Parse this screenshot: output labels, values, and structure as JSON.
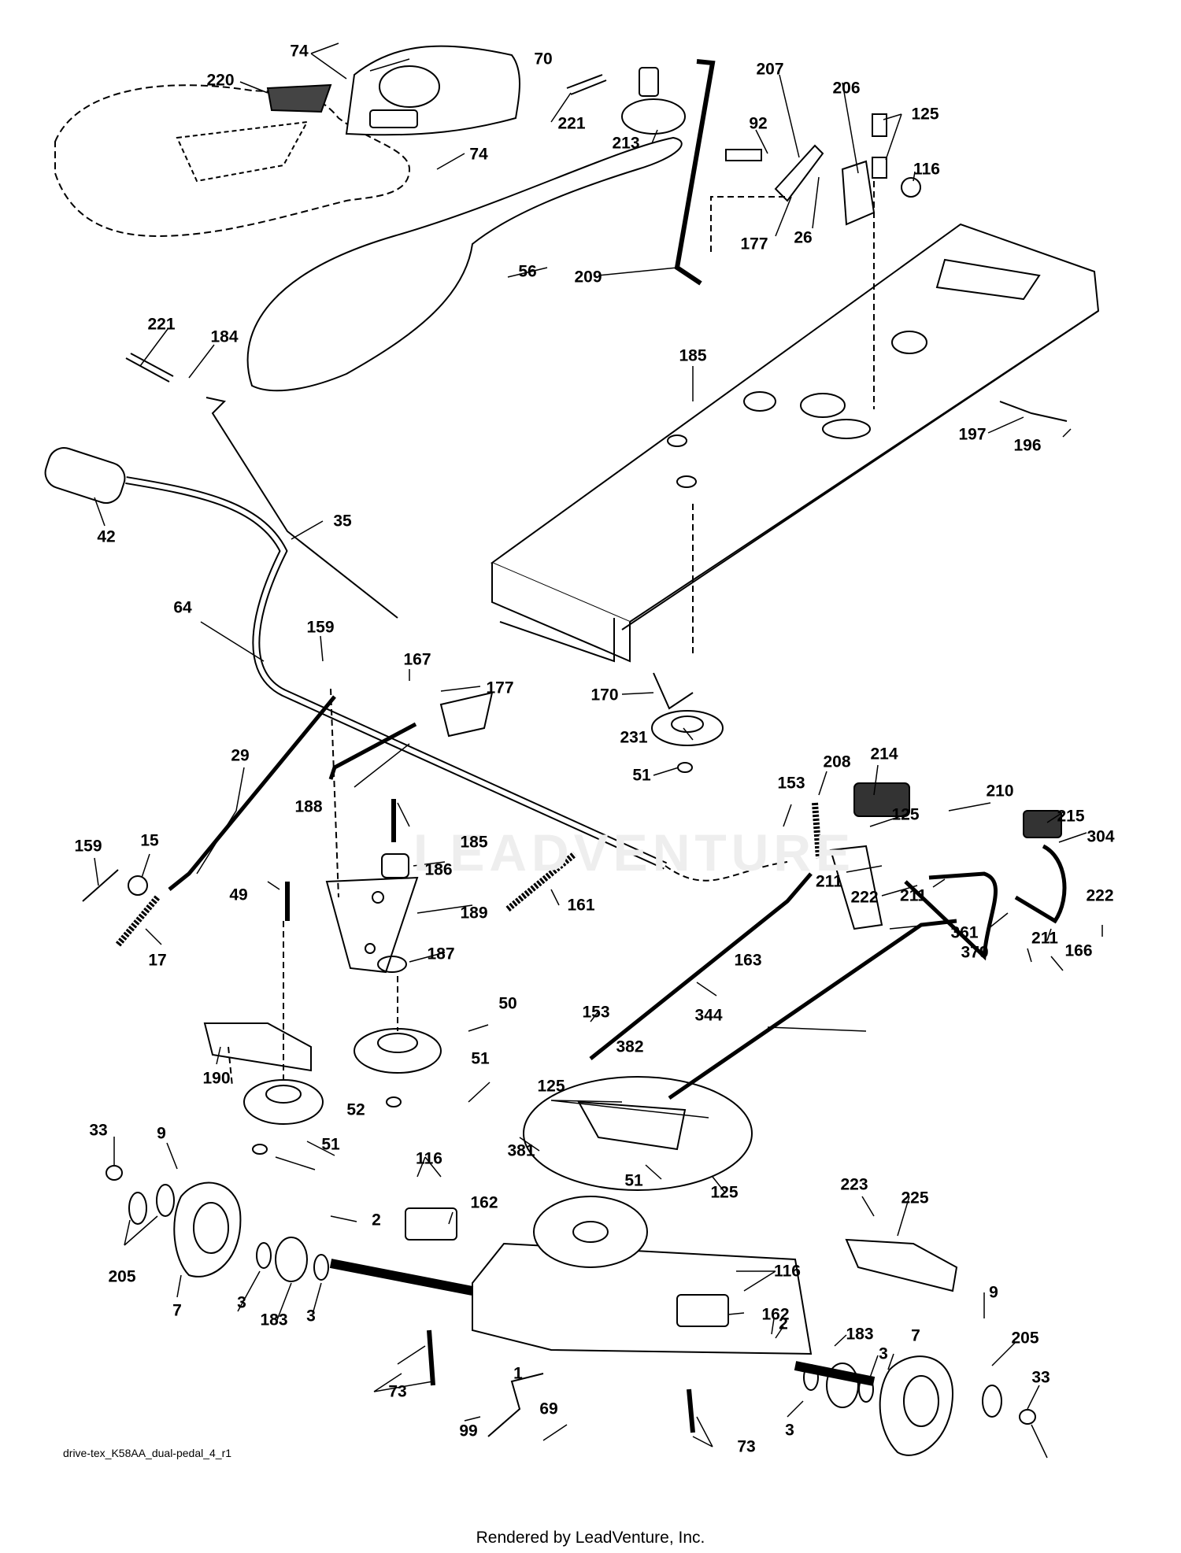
{
  "footer_code": "drive-tex_K58AA_dual-pedal_4_r1",
  "credit": "Rendered by LeadVenture, Inc.",
  "watermark": "LEADVENTURE",
  "labels": [
    "74",
    "70",
    "220",
    "221",
    "213",
    "74",
    "56",
    "209",
    "207",
    "92",
    "206",
    "125",
    "116",
    "177",
    "26",
    "221",
    "184",
    "185",
    "197",
    "196",
    "42",
    "35",
    "64",
    "159",
    "167",
    "177",
    "170",
    "231",
    "51",
    "29",
    "188",
    "185",
    "186",
    "189",
    "161",
    "159",
    "15",
    "17",
    "49",
    "187",
    "208",
    "214",
    "210",
    "153",
    "125",
    "215",
    "304",
    "211",
    "222",
    "211",
    "222",
    "361",
    "379",
    "211",
    "166",
    "163",
    "344",
    "153",
    "50",
    "51",
    "190",
    "52",
    "51",
    "33",
    "9",
    "205",
    "7",
    "3",
    "183",
    "3",
    "381",
    "125",
    "382",
    "51",
    "125",
    "116",
    "162",
    "2",
    "116",
    "162",
    "223",
    "225",
    "1",
    "73",
    "99",
    "69",
    "73",
    "2",
    "183",
    "3",
    "3",
    "7",
    "9",
    "205",
    "33"
  ]
}
